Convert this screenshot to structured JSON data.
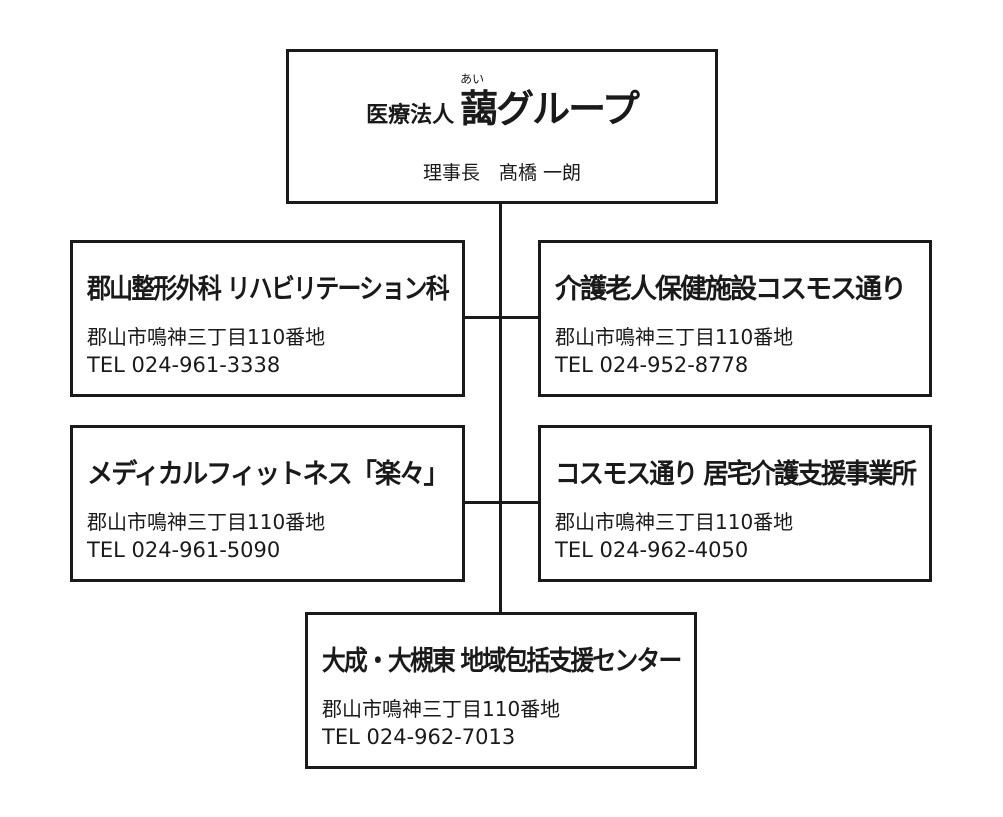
{
  "header": {
    "prefix": "医療法人",
    "ruby": "あい",
    "name_kanji": "藹",
    "name_kana": "グループ",
    "chairman": "理事長　髙橋 一朗"
  },
  "facilities": [
    {
      "title": "郡山整形外科 リハビリテーション科",
      "address": "郡山市鳴神三丁目110番地",
      "tel": "TEL 024-961-3338"
    },
    {
      "title": "介護老人保健施設コスモス通り",
      "address": "郡山市鳴神三丁目110番地",
      "tel": "TEL 024-952-8778"
    },
    {
      "title": "メディカルフィットネス「楽々」",
      "address": "郡山市鳴神三丁目110番地",
      "tel": "TEL 024-961-5090"
    },
    {
      "title": "コスモス通り 居宅介護支援事業所",
      "address": "郡山市鳴神三丁目110番地",
      "tel": "TEL 024-962-4050"
    },
    {
      "title": "大成・大槻東 地域包括支援センター",
      "address": "郡山市鳴神三丁目110番地",
      "tel": "TEL 024-962-7013"
    }
  ]
}
